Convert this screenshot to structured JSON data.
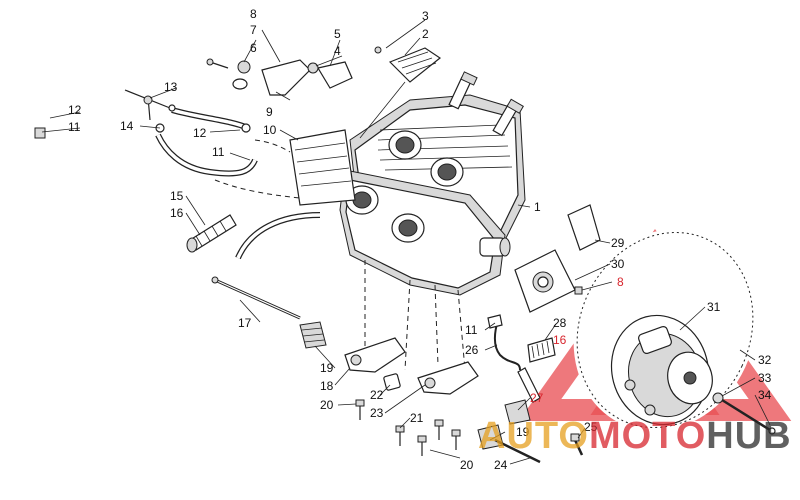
{
  "watermark": {
    "word_part1": "AUTO",
    "word_part2": "MOTO",
    "word_part3": "HUB",
    "color_primary": "#d8262e",
    "color_secondary": "#2b2b2b",
    "color_accent": "#e6a020"
  },
  "callouts": [
    {
      "id": "c8a",
      "text": "8"
    },
    {
      "id": "c7",
      "text": "7"
    },
    {
      "id": "c6",
      "text": "6"
    },
    {
      "id": "c5",
      "text": "5"
    },
    {
      "id": "c4",
      "text": "4"
    },
    {
      "id": "c3",
      "text": "3"
    },
    {
      "id": "c2",
      "text": "2"
    },
    {
      "id": "c13",
      "text": "13"
    },
    {
      "id": "c12a",
      "text": "12"
    },
    {
      "id": "c11a",
      "text": "11"
    },
    {
      "id": "c14",
      "text": "14"
    },
    {
      "id": "c12b",
      "text": "12"
    },
    {
      "id": "c9",
      "text": "9"
    },
    {
      "id": "c10",
      "text": "10"
    },
    {
      "id": "c11b",
      "text": "11"
    },
    {
      "id": "c1",
      "text": "1"
    },
    {
      "id": "c15",
      "text": "15"
    },
    {
      "id": "c16a",
      "text": "16"
    },
    {
      "id": "c29",
      "text": "29"
    },
    {
      "id": "c30",
      "text": "30"
    },
    {
      "id": "c8b",
      "text": "8"
    },
    {
      "id": "c17",
      "text": "17"
    },
    {
      "id": "c31",
      "text": "31"
    },
    {
      "id": "c11c",
      "text": "11"
    },
    {
      "id": "c28",
      "text": "28"
    },
    {
      "id": "c16b",
      "text": "16"
    },
    {
      "id": "c26",
      "text": "26"
    },
    {
      "id": "c19a",
      "text": "19"
    },
    {
      "id": "c18",
      "text": "18"
    },
    {
      "id": "c32",
      "text": "32"
    },
    {
      "id": "c33",
      "text": "33"
    },
    {
      "id": "c22",
      "text": "22"
    },
    {
      "id": "c34",
      "text": "34"
    },
    {
      "id": "c20a",
      "text": "20"
    },
    {
      "id": "c27",
      "text": "27"
    },
    {
      "id": "c23",
      "text": "23"
    },
    {
      "id": "c19b",
      "text": "19"
    },
    {
      "id": "c21",
      "text": "21"
    },
    {
      "id": "c25",
      "text": "25"
    },
    {
      "id": "c20b",
      "text": "20"
    },
    {
      "id": "c24",
      "text": "24"
    }
  ]
}
